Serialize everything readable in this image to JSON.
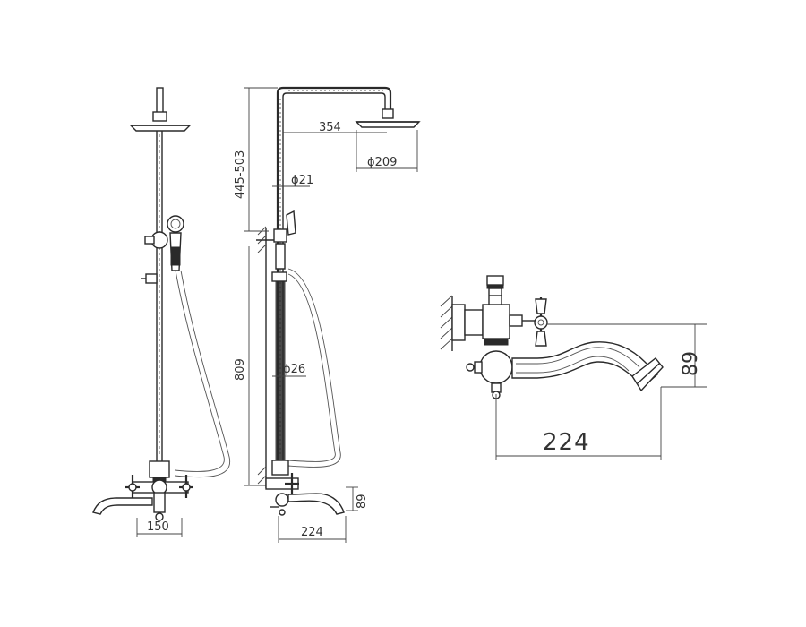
{
  "dimensions": {
    "front_spout_width": "150",
    "side_arm_length": "354",
    "overhead_diameter": "ϕ209",
    "riser_height": "445-503",
    "upper_pipe_diameter": "ϕ21",
    "bar_height": "809",
    "lower_pipe_diameter": "ϕ26",
    "side_spout_length": "224",
    "side_spout_height": "89",
    "detail_spout_length": "224",
    "detail_spout_height": "89"
  },
  "colors": {
    "line": "#2a2a2a",
    "background": "#ffffff"
  }
}
